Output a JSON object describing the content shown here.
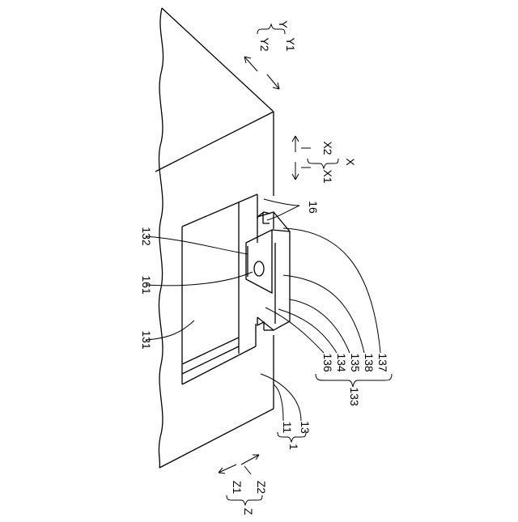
{
  "labels": {
    "y": "Y",
    "y1": "Y1",
    "y2": "Y2",
    "x": "X",
    "x1": "X1",
    "x2": "X2",
    "z": "Z",
    "z1": "Z1",
    "z2": "Z2",
    "n16": "16",
    "n132": "132",
    "n161": "161",
    "n131": "131",
    "n136": "136",
    "n134": "134",
    "n135": "135",
    "n138": "138",
    "n137": "137",
    "n133": "133",
    "n11": "11",
    "n13": "13",
    "n1": "1"
  }
}
